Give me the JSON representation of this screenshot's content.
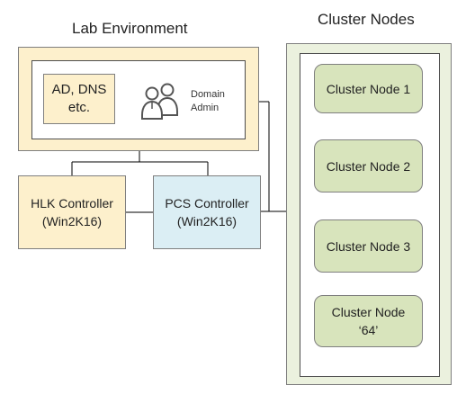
{
  "lab": {
    "title": "Lab Environment",
    "infra_box": "AD, DNS\netc.",
    "admin_label": "Domain\nAdmin",
    "hlk_controller": "HLK Controller\n(Win2K16)",
    "pcs_controller": "PCS Controller\n(Win2K16)"
  },
  "cluster": {
    "title": "Cluster Nodes",
    "nodes": [
      "Cluster Node 1",
      "Cluster Node 2",
      "Cluster Node 3",
      "Cluster Node\n‘64’"
    ]
  },
  "colors": {
    "lab_fill": "#fdf0cc",
    "pcs_fill": "#dbeef4",
    "cluster_fill": "#ebf1de",
    "node_fill": "#d8e4bc"
  }
}
